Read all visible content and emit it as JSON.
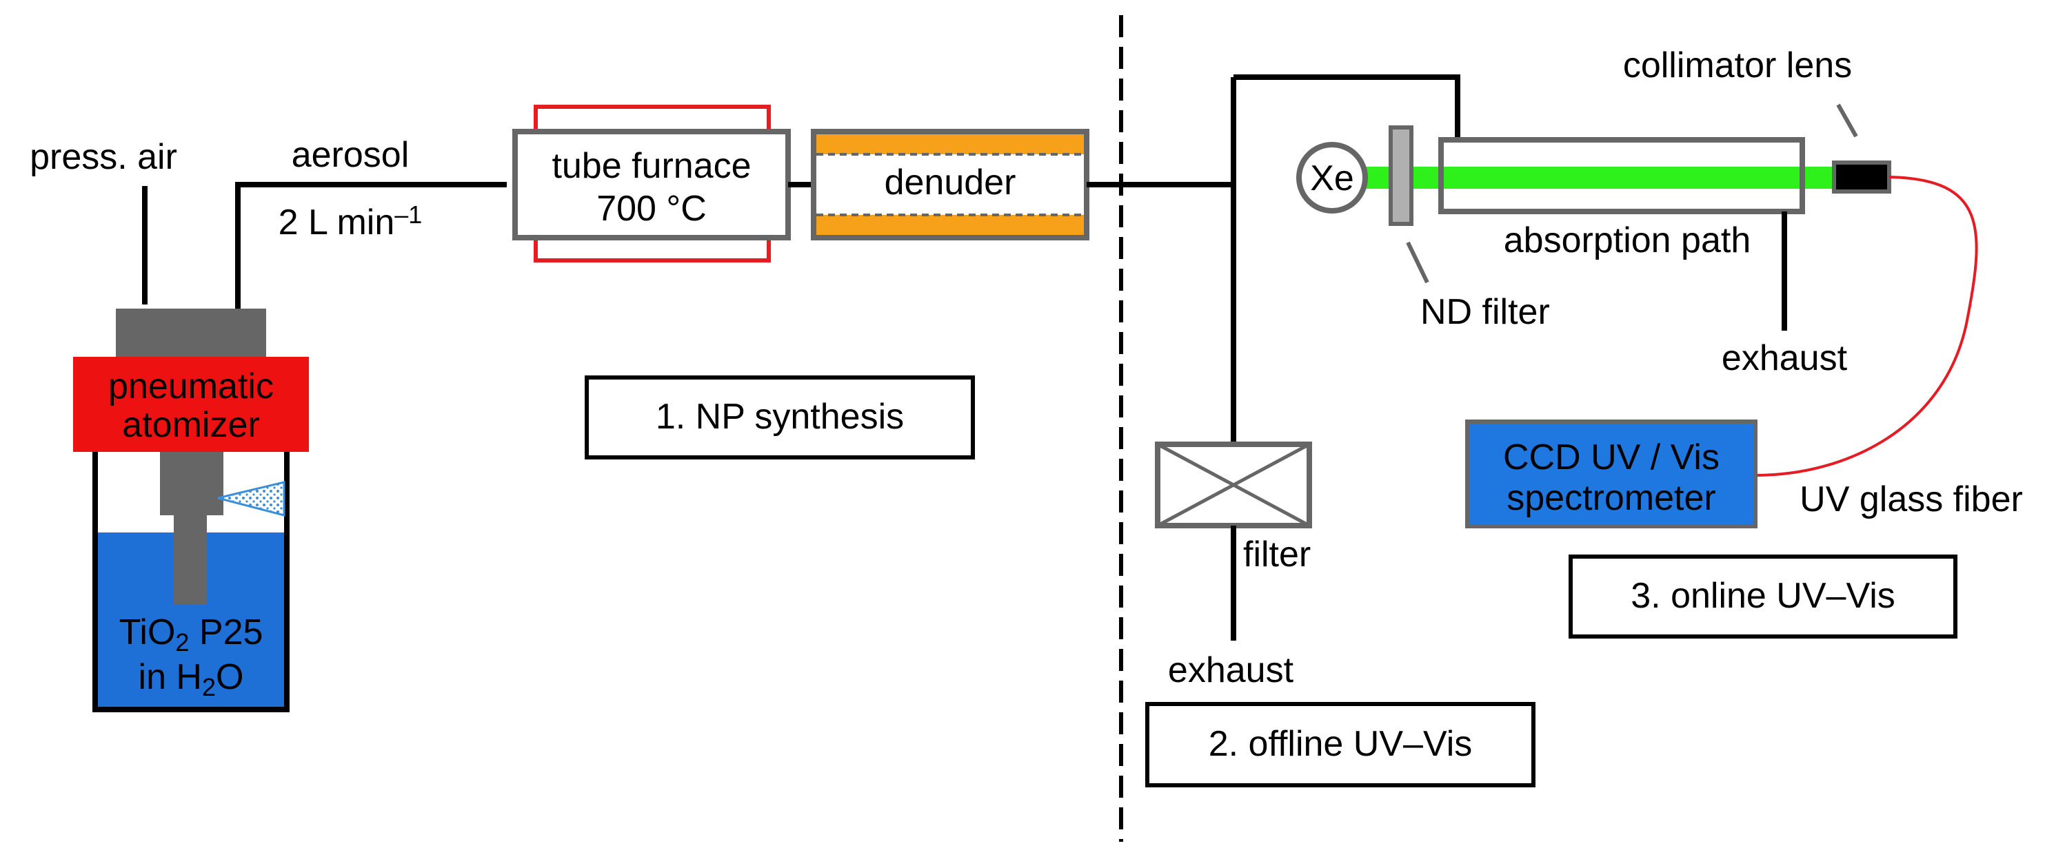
{
  "atomizer": {
    "inlet_label": "press. air",
    "label_line1": "pneumatic",
    "label_line2": "atomizer",
    "liquid_line1": {
      "pre": "TiO",
      "sub": "2",
      "post": " P25"
    },
    "liquid_line2": {
      "pre": "in H",
      "sub": "2",
      "post": "O"
    }
  },
  "flow": {
    "medium_label": "aerosol",
    "rate": {
      "pre": "2 L min",
      "sup": "–1"
    }
  },
  "furnace": {
    "label_line1": "tube furnace",
    "label_line2": "700 °C"
  },
  "denuder": {
    "label": "denuder"
  },
  "section1": {
    "label": "1. NP synthesis"
  },
  "section2": {
    "filter_label": "filter",
    "exhaust_label": "exhaust",
    "label": "2. offline UV–Vis"
  },
  "section3": {
    "lamp_label": "Xe",
    "nd_filter_label": "ND filter",
    "absorption_label": "absorption path",
    "exhaust_label": "exhaust",
    "collimator_label": "collimator lens",
    "spectrometer_line1": "CCD UV / Vis",
    "spectrometer_line2": "spectrometer",
    "fiber_label": "UV glass fiber",
    "label": "3. online UV–Vis"
  },
  "colors": {
    "line": "#000000",
    "box_border": "#666666",
    "atomizer_red": "#ee1111",
    "water_blue": "#1e6fd6",
    "nozzle_gray": "#666666",
    "denuder_orange": "#f7a11a",
    "furnace_heater": "#e51c23",
    "beam_green": "#2ef01a",
    "spectrometer_blue": "#1e78e0",
    "fiber_red": "#e51c23"
  }
}
